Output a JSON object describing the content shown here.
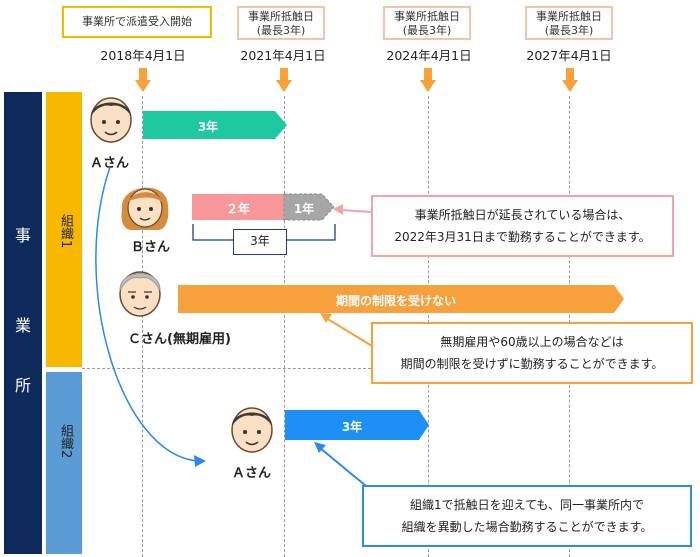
{
  "header": {
    "start": {
      "label": "事業所で派遣受入開始",
      "date": "2018年4月1日"
    },
    "cols": [
      {
        "label1": "事業所抵触日",
        "label2": "(最長3年)",
        "date": "2021年4月1日"
      },
      {
        "label1": "事業所抵触日",
        "label2": "(最長3年)",
        "date": "2024年4月1日"
      },
      {
        "label1": "事業所抵触日",
        "label2": "(最長3年)",
        "date": "2027年4月1日"
      }
    ]
  },
  "sidebar": {
    "chars": [
      "事",
      "業",
      "所"
    ]
  },
  "orgs": [
    {
      "label": "組織1",
      "color": "#f9b800"
    },
    {
      "label": "組織2",
      "color": "#5b9bd5"
    }
  ],
  "persons": {
    "a1": "Ａさん",
    "b": "Ｂさん",
    "c": "Ｃさん(無期雇用)",
    "a2": "Ａさん"
  },
  "bars": {
    "a1": {
      "label": "3年",
      "color": "#1fc9a0"
    },
    "b2": {
      "label": "２年",
      "color": "#f7979a"
    },
    "b1": {
      "label": "1年",
      "color": "#a6a6a6"
    },
    "b_bracket": "3年",
    "c": {
      "label": "期間の制限を受けない",
      "color": "#f7a03c"
    },
    "a2": {
      "label": "3年",
      "color": "#1e90f5"
    }
  },
  "callouts": {
    "b": {
      "lines": [
        "事業所抵触日が延長されている場合は、",
        "2022年3月31日まで勤務することができます。"
      ],
      "color": "#f4a3a8"
    },
    "c": {
      "lines": [
        "無期雇用や60歳以上の場合などは",
        "期間の制限を受けずに勤務することができます。"
      ],
      "color": "#f7a03c"
    },
    "a2": {
      "lines": [
        "組織1で抵触日を迎えても、同一事業所内で",
        "組織を異動した場合勤務することができます。"
      ],
      "color": "#2b8be6"
    }
  }
}
